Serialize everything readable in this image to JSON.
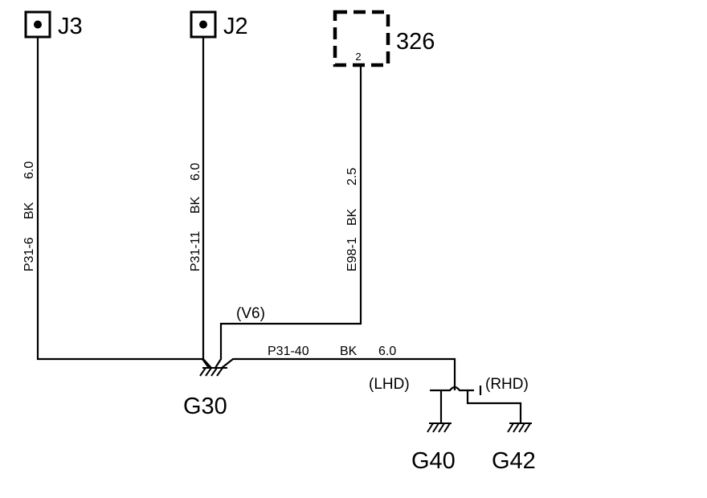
{
  "connectors": {
    "j3": "J3",
    "j2": "J2",
    "c326": "326",
    "c326_pin": "2"
  },
  "grounds": {
    "g30": "G30",
    "g40": "G40",
    "g42": "G42"
  },
  "wires": {
    "w1": {
      "id": "P31-6",
      "color": "BK",
      "size": "6.0"
    },
    "w2": {
      "id": "P31-11",
      "color": "BK",
      "size": "6.0"
    },
    "w3": {
      "id": "E98-1",
      "color": "BK",
      "size": "2.5"
    },
    "w4": {
      "id": "P31-40",
      "color": "BK",
      "size": "6.0"
    }
  },
  "annotations": {
    "v6": "(V6)",
    "lhd": "(LHD)",
    "rhd": "(RHD)"
  }
}
